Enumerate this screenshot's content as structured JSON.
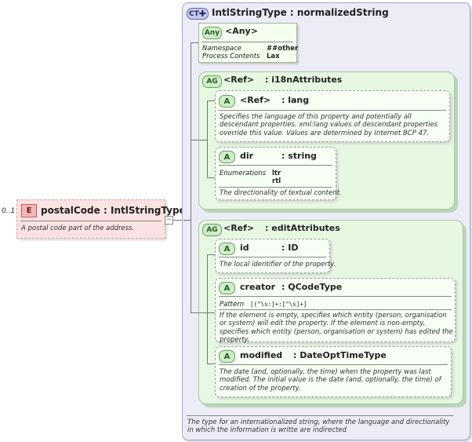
{
  "element": {
    "cardinality": "0..1",
    "badge": "E",
    "name": "postalCode",
    "type": ": IntlStringType",
    "description": "A postal code part of the address."
  },
  "complex_type": {
    "badge": "CT",
    "title": "IntlStringType : normalizedString",
    "description": "The type for an internationalized string, where the language and directionality in which the information is writte are indirected"
  },
  "any": {
    "badge": "Any",
    "title": "<Any>",
    "namespace_label": "Namespace",
    "namespace_value": "##other",
    "process_label": "Process Contents",
    "process_value": "Lax"
  },
  "group_i18n": {
    "badge": "AG",
    "ref": "<Ref>",
    "name": ": i18nAttributes",
    "lang": {
      "badge": "A",
      "ref": "<Ref>",
      "name": ": lang",
      "description": "Specifies the language of this property and potentially all descendant properties. xml:lang values of descendant properties override this value. Values are determined by Internet BCP 47."
    },
    "dir": {
      "badge": "A",
      "name": "dir",
      "type": ": string",
      "enum_label": "Enumerations",
      "enum_values": [
        "ltr",
        "rtl"
      ],
      "description": "The directionality of textual content."
    }
  },
  "group_edit": {
    "badge": "AG",
    "ref": "<Ref>",
    "name": ": editAttributes",
    "id": {
      "badge": "A",
      "name": "id",
      "type": ": ID",
      "description": "The local identifier of the property."
    },
    "creator": {
      "badge": "A",
      "name": "creator",
      "type": ": QCodeType",
      "pattern_label": "Pattern",
      "pattern_value": "[(^\\s:]+:[^\\s]+]",
      "description": "If the element is empty, specifies which entity (person, organisation or system) will edit the property. If the element is non-empty, specifies which entity (person, organisation or system) has edited the property."
    },
    "modified": {
      "badge": "A",
      "name": "modified",
      "type": ": DateOptTimeType",
      "description": "The date (and, optionally, the time) when the property was last modified. The initial value is the date (and, optionally, the time) of creation of the property."
    }
  },
  "colors": {
    "element_fill": "#fbe3e3",
    "complex_type_fill": "#ececf7",
    "group_fill": "#e6f8e1",
    "attribute_fill": "#f7fff4"
  }
}
